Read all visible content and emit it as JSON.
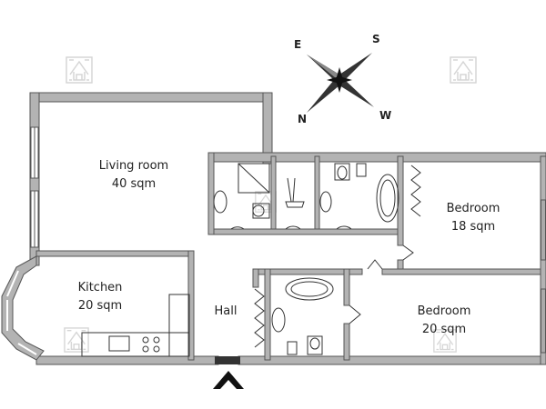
{
  "compass": {
    "north": "N",
    "south": "S",
    "east": "E",
    "west": "W"
  },
  "rooms": {
    "living": {
      "name": "Living room",
      "area": "40 sqm"
    },
    "kitchen": {
      "name": "Kitchen",
      "area": "20 sqm"
    },
    "hall": {
      "name": "Hall"
    },
    "bedroom_1": {
      "name": "Bedroom",
      "area": "18 sqm"
    },
    "bedroom_2": {
      "name": "Bedroom",
      "area": "20 sqm"
    }
  },
  "colors": {
    "wall_fill": "#b3b3b3",
    "wall_stroke": "#555555",
    "fixture_stroke": "#333333",
    "watermark": "#d6d6d6"
  },
  "icons": {
    "compass": "compass-rose-icon",
    "entrance": "entrance-chevron-icon",
    "watermark": "house-logo-icon"
  }
}
